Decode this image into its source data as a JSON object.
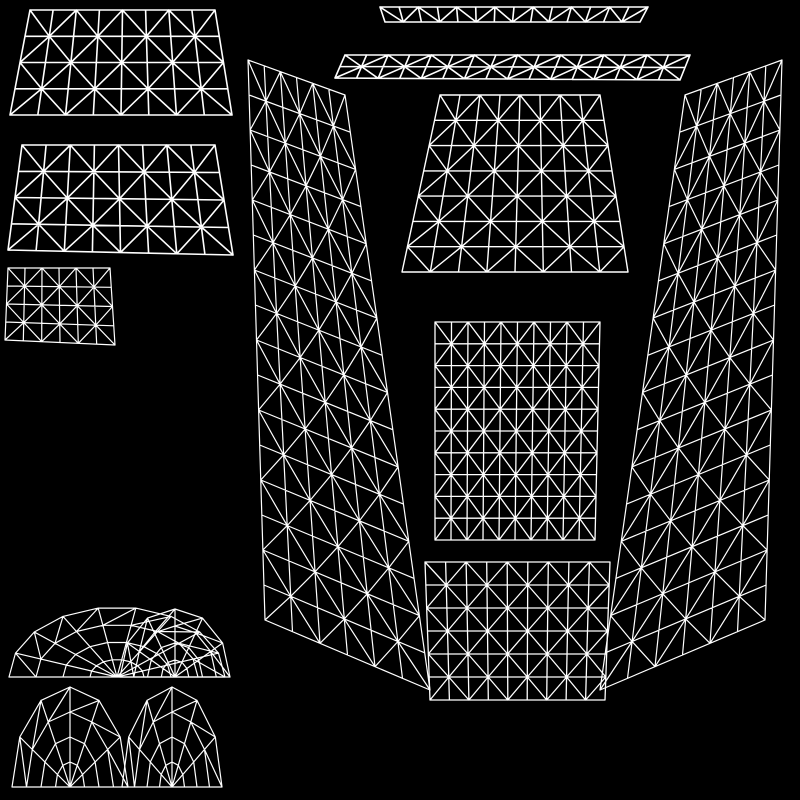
{
  "canvas": {
    "background_color": "#000000",
    "wire_color": "#ffffff"
  },
  "uv_islands": [
    {
      "id": "windshield-upper",
      "kind": "grid"
    },
    {
      "id": "windshield-lower",
      "kind": "grid"
    },
    {
      "id": "small-part",
      "kind": "grid"
    },
    {
      "id": "roof-strip-top",
      "kind": "grid"
    },
    {
      "id": "rear-spoiler",
      "kind": "grid"
    },
    {
      "id": "hood",
      "kind": "grid"
    },
    {
      "id": "roof-center",
      "kind": "grid"
    },
    {
      "id": "side-panel-left",
      "kind": "grid"
    },
    {
      "id": "side-panel-right",
      "kind": "grid"
    },
    {
      "id": "trunk-rear",
      "kind": "grid"
    },
    {
      "id": "wheel-arch-top-left",
      "kind": "fan"
    },
    {
      "id": "wheel-arch-top-right",
      "kind": "fan"
    },
    {
      "id": "wheel-arch-bottom-left",
      "kind": "fan"
    },
    {
      "id": "wheel-arch-bottom-right",
      "kind": "fan"
    }
  ]
}
